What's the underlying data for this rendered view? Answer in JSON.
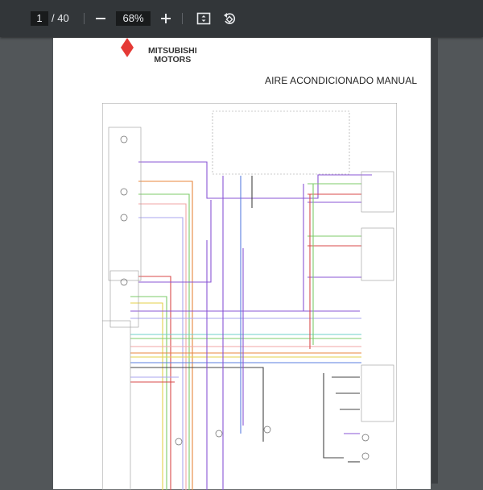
{
  "toolbar": {
    "current_page": "1",
    "page_total": "/ 40",
    "zoom_level": "68%",
    "zoom_out_icon": "minus-icon",
    "zoom_in_icon": "plus-icon",
    "fit_icon": "fit-page-icon",
    "rotate_icon": "rotate-icon"
  },
  "document": {
    "logo_text_line1": "MITSUBISHI",
    "logo_text_line2": "MOTORS",
    "title": "AIRE ACONDICIONADO MANUAL",
    "brand_color": "#e53935"
  }
}
